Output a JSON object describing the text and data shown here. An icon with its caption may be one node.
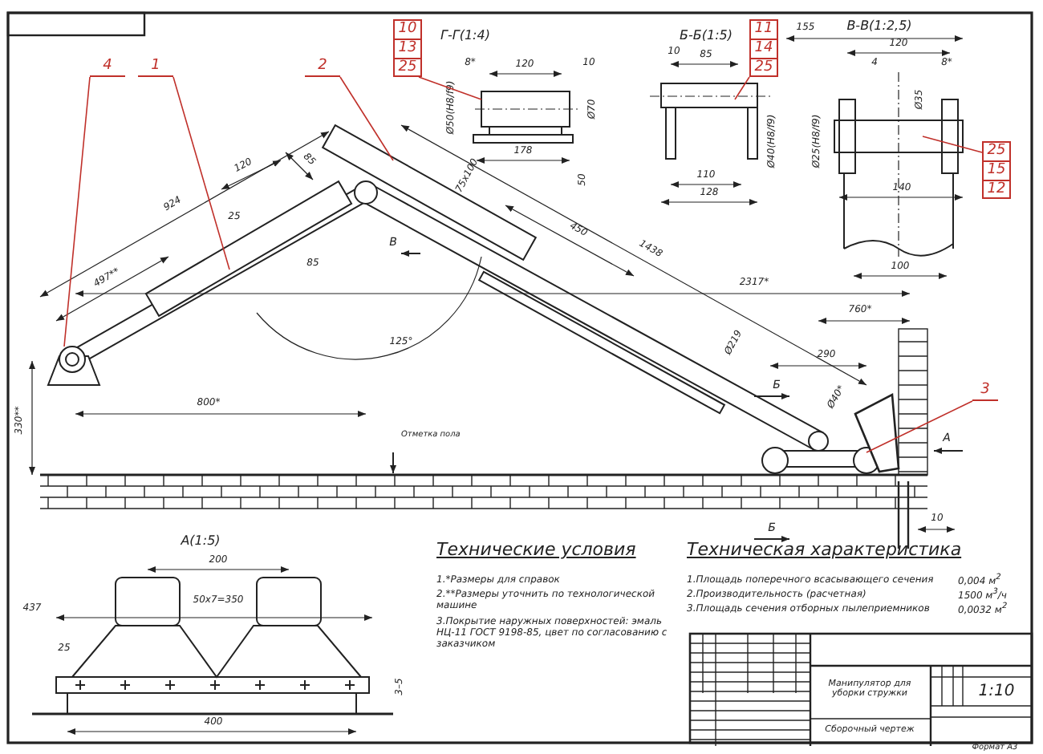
{
  "diagram": {
    "nodes": [
      {
        "text": [
          "4"
        ]
      },
      {
        "text": [
          "1"
        ]
      },
      {
        "text": [
          "2"
        ]
      },
      {
        "text": [
          "10",
          "13",
          "25"
        ]
      },
      {
        "text": [
          "11",
          "14",
          "25"
        ]
      },
      {
        "text": [
          "25",
          "15",
          "12"
        ]
      },
      {
        "text": [
          "3"
        ]
      }
    ],
    "edges": [
      {
        "from": 0,
        "to": null,
        "arrow": "none"
      },
      {
        "from": 1,
        "to": null,
        "arrow": "none"
      },
      {
        "from": 2,
        "to": null,
        "arrow": "none"
      },
      {
        "from": 3,
        "to": null,
        "arrow": "none"
      },
      {
        "from": 4,
        "to": null,
        "arrow": "none"
      },
      {
        "from": 5,
        "to": null,
        "arrow": "none"
      },
      {
        "from": 6,
        "to": null,
        "arrow": "none"
      }
    ],
    "labels": [
      "Г-Г(1:4)",
      "Б-Б(1:5)",
      "В-В(1:2,5)",
      "8*",
      "120",
      "10",
      "Ø50(H8/f9)",
      "Ø70",
      "178",
      "50",
      "10",
      "85",
      "110",
      "128",
      "Ø40(H8/f9)",
      "155",
      "120",
      "4",
      "8*",
      "Ø35",
      "Ø25(H8/f9)",
      "140",
      "100",
      "924",
      "497**",
      "120",
      "85",
      "25",
      "85",
      "В",
      "125°",
      "800*",
      "330**",
      "Отметка пола",
      "75x100",
      "450",
      "1438",
      "2317*",
      "760*",
      "290",
      "Б",
      "Ø40*",
      "Ø219",
      "А",
      "Б",
      "10",
      "А(1:5)",
      "200",
      "437",
      "25",
      "50x7=350",
      "3–5",
      "400",
      "Технические условия",
      "1.*Размеры для справок",
      "2.**Размеры уточнить по технологической машине",
      "3.Покрытие наружных поверхностей: эмаль НЦ-11 ГОСТ 9198-85, цвет по согласованию с заказчиком",
      "Техническая характеристика",
      "1.Площадь поперечного всасывающего сечения",
      "0,004 м$^{2}$",
      "2.Производительность (расчетная)",
      "1500 м$^{3}$/ч",
      "3.Площадь сечения отборных пылеприемников",
      "0,0032 м$^{2}$",
      "Манипулятор для уборки стружки",
      "Сборочный чертеж",
      "1:10",
      "Формат А3"
    ]
  }
}
